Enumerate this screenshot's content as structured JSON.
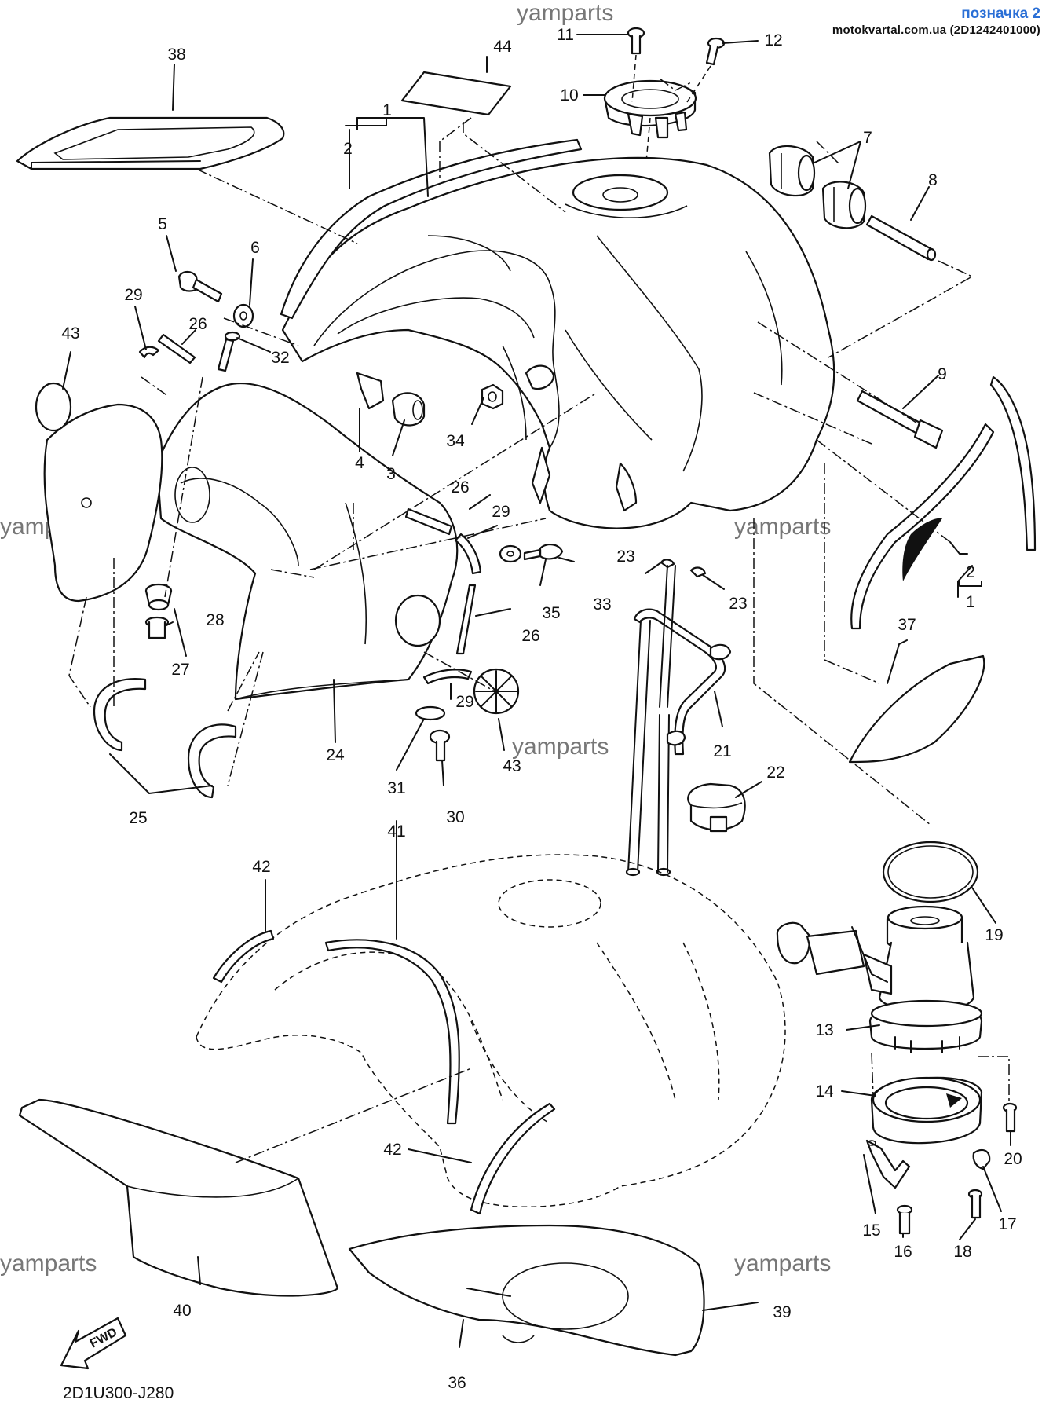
{
  "header": {
    "tag": "позначка 2",
    "site": "motokvartal.com.ua (2D1242401000)"
  },
  "watermark": "yamparts",
  "diagram_code": "2D1U300-J280",
  "fwd_label": "FWD",
  "callouts": {
    "c1a": "1",
    "c1b": "1",
    "c2a": "2",
    "c2b": "2",
    "c3": "3",
    "c4": "4",
    "c5": "5",
    "c6": "6",
    "c7": "7",
    "c8": "8",
    "c9": "9",
    "c10": "10",
    "c11": "11",
    "c12": "12",
    "c13": "13",
    "c14": "14",
    "c15": "15",
    "c16": "16",
    "c17": "17",
    "c18": "18",
    "c19": "19",
    "c20": "20",
    "c21": "21",
    "c22": "22",
    "c23a": "23",
    "c23b": "23",
    "c24": "24",
    "c25": "25",
    "c26a": "26",
    "c26b": "26",
    "c26c": "26",
    "c27": "27",
    "c28": "28",
    "c29a": "29",
    "c29b": "29",
    "c29c": "29",
    "c30": "30",
    "c31": "31",
    "c32": "32",
    "c33": "33",
    "c34": "34",
    "c35": "35",
    "c36": "36",
    "c37": "37",
    "c38": "38",
    "c39": "39",
    "c40": "40",
    "c41": "41",
    "c42a": "42",
    "c42b": "42",
    "c43a": "43",
    "c43b": "43",
    "c44": "44"
  }
}
